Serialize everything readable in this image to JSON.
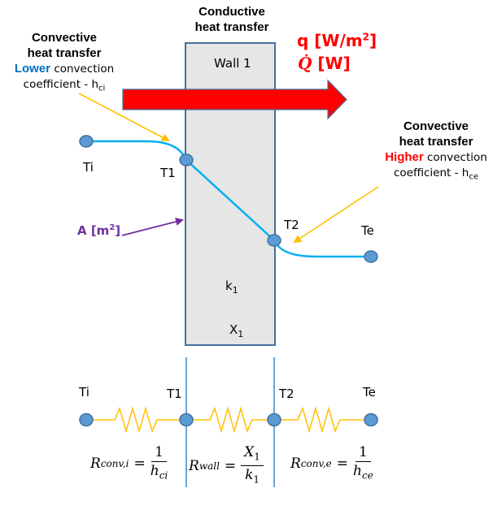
{
  "diagram": {
    "wall": {
      "heading_line1": "Conductive",
      "heading_line2": "heat transfer",
      "name": "Wall 1",
      "conductivity_symbol": "k",
      "conductivity_sub": "1",
      "thickness_symbol": "X",
      "thickness_sub": "1"
    },
    "heat_flow": {
      "flux_label": "q [W/m",
      "flux_sup": "2",
      "flux_close": "]",
      "rate_symbol": "Q̇",
      "rate_unit": "[W]"
    },
    "left_convection": {
      "line1": "Convective",
      "line2": "heat transfer",
      "emphasis": "Lower",
      "rest": " convection",
      "line4": "coefficient - h",
      "line4_sub": "ci"
    },
    "right_convection": {
      "line1": "Convective",
      "line2": "heat transfer",
      "emphasis": "Higher",
      "rest": " convection",
      "line4": "coefficient - h",
      "line4_sub": "ce"
    },
    "area": {
      "label": "A [m",
      "sup": "2",
      "close": "]"
    },
    "temperature_nodes": {
      "ti": "Ti",
      "t1": "T1",
      "t2": "T2",
      "te": "Te"
    },
    "resistance_network": {
      "nodes": [
        "Ti",
        "T1",
        "T2",
        "Te"
      ],
      "r_conv_i": {
        "R": "R",
        "sub": "conv,i",
        "num": "1",
        "den": "h",
        "den_sub": "ci"
      },
      "r_wall": {
        "R": "R",
        "sub": "wall",
        "num": "X",
        "num_sub": "1",
        "den": "k",
        "den_sub": "1"
      },
      "r_conv_e": {
        "R": "R",
        "sub": "conv,e",
        "num": "1",
        "den": "h",
        "den_sub": "ce"
      }
    },
    "colors": {
      "heat_arrow": "#ff0000",
      "temperature_profile": "#00b0f0",
      "node_fill": "#5b9bd5",
      "node_stroke": "#41719c",
      "wall_fill": "#e6e6e6",
      "wall_border": "#41719c",
      "pointer_arrow": "#ffc000",
      "area_arrow": "#7030a0",
      "resistor": "#ffc000",
      "lower_text": "#0070c0",
      "higher_text": "#ff0000",
      "divider": "#5b9bd5"
    }
  }
}
